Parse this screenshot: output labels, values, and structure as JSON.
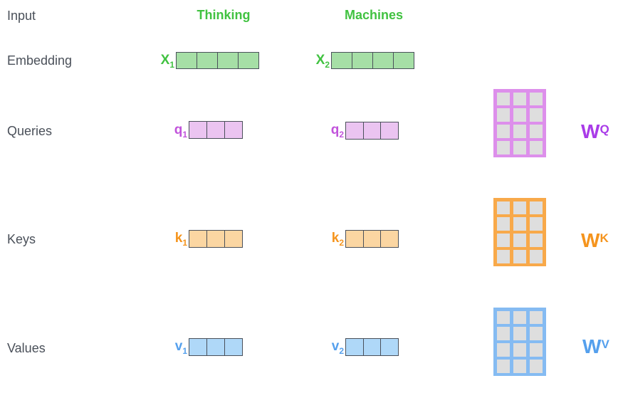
{
  "colors": {
    "text": "#4A5059",
    "green": "#41C241",
    "green_fill": "#A6DFA6",
    "purple": "#C153DB",
    "purple_fill": "#EBC4F1",
    "purple_matrix": "#DD8FEB",
    "purple_w": "#A93BE8",
    "orange": "#F5941D",
    "orange_fill": "#FBD6A2",
    "orange_matrix": "#F8A94A",
    "blue": "#55A0ED",
    "blue_fill": "#AFD8F8",
    "blue_matrix": "#85BBF2",
    "cell_gray": "#DEDEDE",
    "vector_border": "#4A505A"
  },
  "row_labels": {
    "input": "Input",
    "embedding": "Embedding",
    "queries": "Queries",
    "keys": "Keys",
    "values": "Values"
  },
  "column_headers": {
    "col1": "Thinking",
    "col2": "Machines"
  },
  "embedding": {
    "x1": {
      "base": "X",
      "sub": "1",
      "cells": 4
    },
    "x2": {
      "base": "X",
      "sub": "2",
      "cells": 4
    }
  },
  "queries": {
    "q1": {
      "base": "q",
      "sub": "1",
      "cells": 3
    },
    "q2": {
      "base": "q",
      "sub": "2",
      "cells": 3
    }
  },
  "keys": {
    "k1": {
      "base": "k",
      "sub": "1",
      "cells": 3
    },
    "k2": {
      "base": "k",
      "sub": "2",
      "cells": 3
    }
  },
  "values": {
    "v1": {
      "base": "v",
      "sub": "1",
      "cells": 3
    },
    "v2": {
      "base": "v",
      "sub": "2",
      "cells": 3
    }
  },
  "weight_matrices": {
    "wq": {
      "base": "W",
      "sup": "Q",
      "rows": 4,
      "cols": 3,
      "cells": 12
    },
    "wk": {
      "base": "W",
      "sup": "K",
      "rows": 4,
      "cols": 3,
      "cells": 12
    },
    "wv": {
      "base": "W",
      "sup": "V",
      "rows": 4,
      "cols": 3,
      "cells": 12
    }
  }
}
